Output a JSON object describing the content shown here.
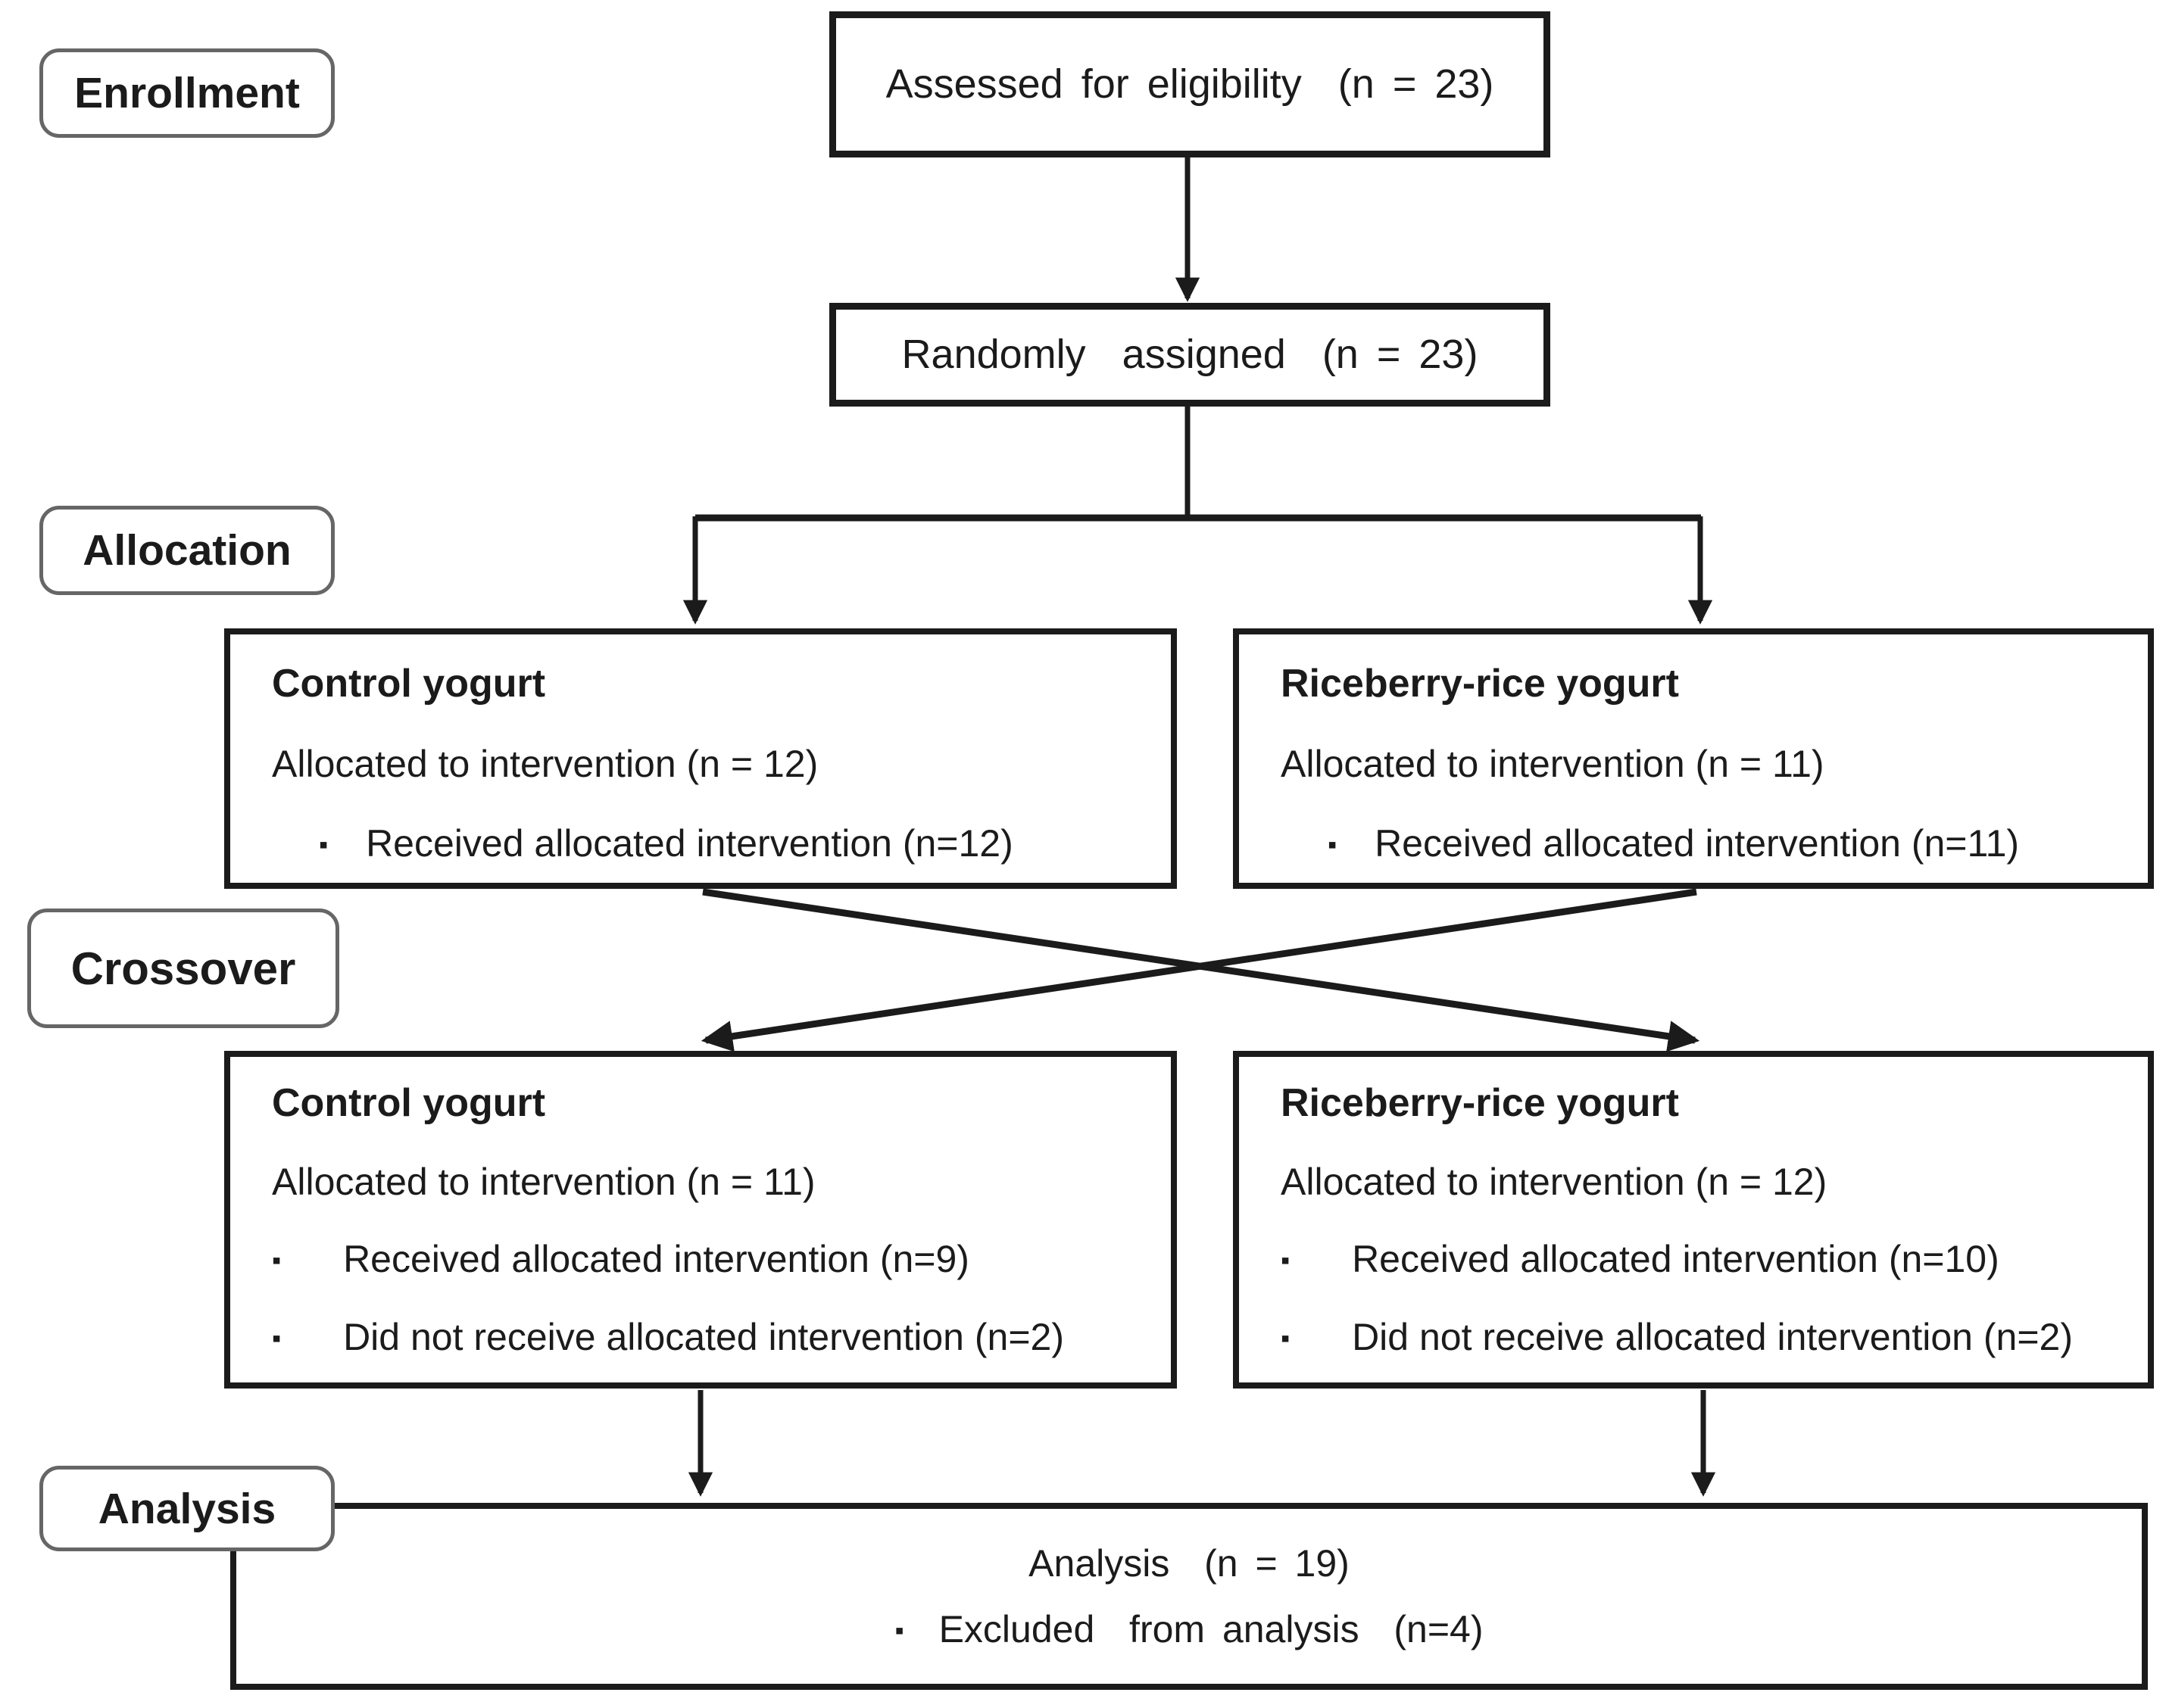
{
  "colors": {
    "ink": "#1b1b1b",
    "label-border": "#666666",
    "bg": "#ffffff"
  },
  "bullet": "▪",
  "stage_labels": {
    "enrollment": "Enrollment",
    "allocation": "Allocation",
    "crossover": "Crossover",
    "analysis": "Analysis"
  },
  "boxes": {
    "assessed": {
      "text": "Assessed for eligibility  (n = 23)"
    },
    "randomized": {
      "text": "Randomly  assigned  (n = 23)"
    },
    "allocation_control": {
      "title": "Control yogurt",
      "allocated": "Allocated to intervention (n = 12)",
      "bullets": [
        "Received allocated intervention (n=12)"
      ]
    },
    "allocation_riceberry": {
      "title": "Riceberry-rice yogurt",
      "allocated": "Allocated to intervention (n = 11)",
      "bullets": [
        "Received allocated intervention (n=11)"
      ]
    },
    "crossover_control": {
      "title": "Control yogurt",
      "allocated": "Allocated to intervention (n = 11)",
      "bullets": [
        "Received allocated intervention (n=9)",
        "Did not receive allocated intervention (n=2)"
      ]
    },
    "crossover_riceberry": {
      "title": "Riceberry-rice yogurt",
      "allocated": "Allocated to intervention (n = 12)",
      "bullets": [
        "Received allocated intervention (n=10)",
        "Did not receive allocated intervention (n=2)"
      ]
    },
    "analysis": {
      "line": "Analysis  (n = 19)",
      "bullets": [
        "Excluded  from analysis  (n=4)"
      ]
    }
  }
}
